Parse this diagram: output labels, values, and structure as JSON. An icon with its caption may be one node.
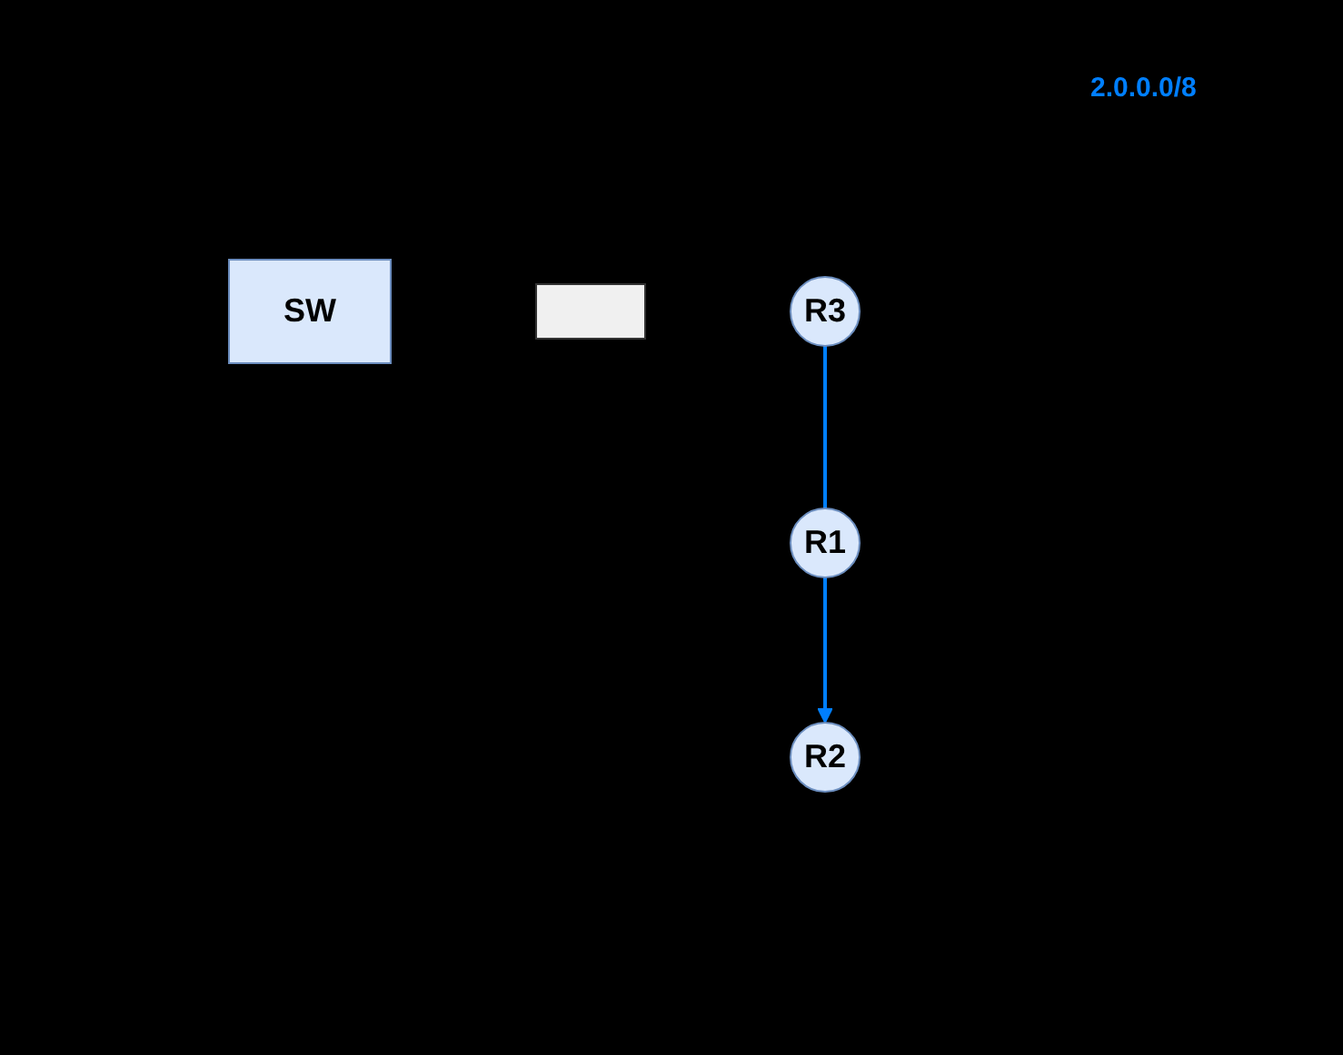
{
  "diagram": {
    "nodes": [
      {
        "text": [
          "R1"
        ]
      },
      {
        "text": [
          "R2"
        ]
      },
      {
        "text": [
          "SW"
        ]
      },
      {
        "text": [],
        "shape": "box"
      },
      {
        "text": [
          "R3"
        ]
      }
    ],
    "edges": [
      {
        "from": 4,
        "to": 0,
        "arrow": "none"
      },
      {
        "from": 0,
        "to": 1,
        "arrow": "to"
      }
    ],
    "labels": [
      "2.0.0.0/8"
    ]
  }
}
